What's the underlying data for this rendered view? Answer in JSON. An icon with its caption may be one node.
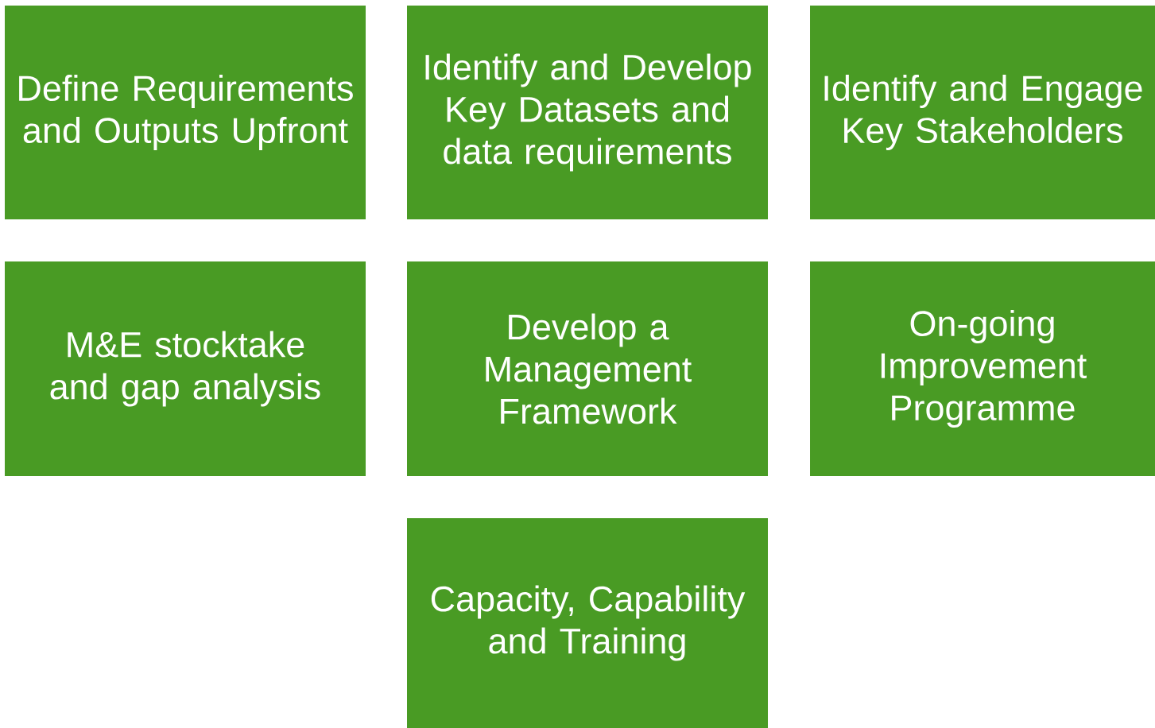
{
  "diagram": {
    "nodes": [
      {
        "text": [
          "Define Requirements and Outputs Upfront"
        ]
      },
      {
        "text": [
          "Identify and Develop Key Datasets and data requirements"
        ]
      },
      {
        "text": [
          "Identify and Engage Key Stakeholders"
        ]
      },
      {
        "text": [
          "M&E stocktake and gap analysis"
        ]
      },
      {
        "text": [
          "Develop a Management Framework"
        ]
      },
      {
        "text": [
          "On-going Improvement Programme"
        ]
      },
      {
        "text": [
          "Capacity, Capability and Training"
        ]
      }
    ]
  }
}
